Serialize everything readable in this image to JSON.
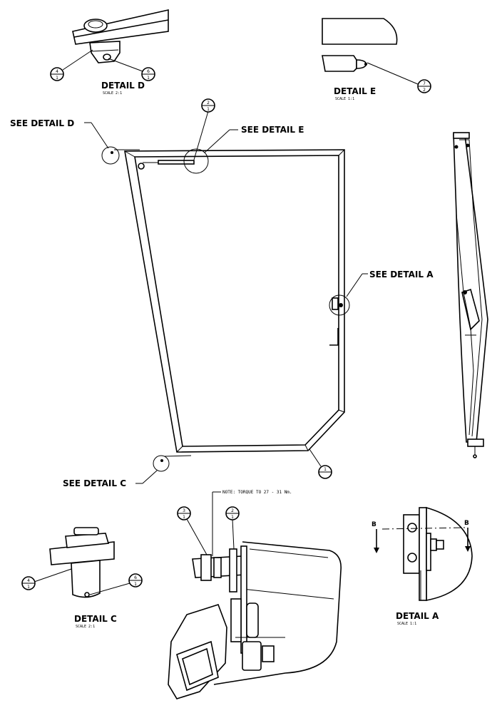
{
  "details": {
    "d": {
      "title": "DETAIL  D",
      "scale": "SCALE  2:1"
    },
    "e": {
      "title": "DETAIL  E",
      "scale": "SCALE  1:1"
    },
    "c": {
      "title": "DETAIL  C",
      "scale": "SCALE  2:1"
    },
    "a": {
      "title": "DETAIL  A",
      "scale": "SCALE  1:1"
    }
  },
  "callouts": {
    "see_d": "SEE DETAIL  D",
    "see_e": "SEE DETAIL  E",
    "see_a": "SEE DETAIL  A",
    "see_c": "SEE DETAIL  C"
  },
  "note": "NOTE: TORQUE TO 27 - 31 Nm.",
  "section_marks": {
    "left": "B",
    "right": "B"
  },
  "balloons": [
    {
      "id": "b-d-left",
      "top": "4",
      "bottom": "1"
    },
    {
      "id": "b-d-right",
      "top": "6",
      "bottom": "1"
    },
    {
      "id": "b-e",
      "top": "7",
      "bottom": "2"
    },
    {
      "id": "b-top",
      "top": "2",
      "bottom": "1"
    },
    {
      "id": "b-bottom-right",
      "top": "1",
      "bottom": ""
    },
    {
      "id": "b-c-left",
      "top": "4",
      "bottom": "1"
    },
    {
      "id": "b-c-right",
      "top": "6",
      "bottom": "1"
    },
    {
      "id": "b-asm-left",
      "top": "3",
      "bottom": "1"
    },
    {
      "id": "b-asm-right",
      "top": "2",
      "bottom": "1"
    }
  ]
}
